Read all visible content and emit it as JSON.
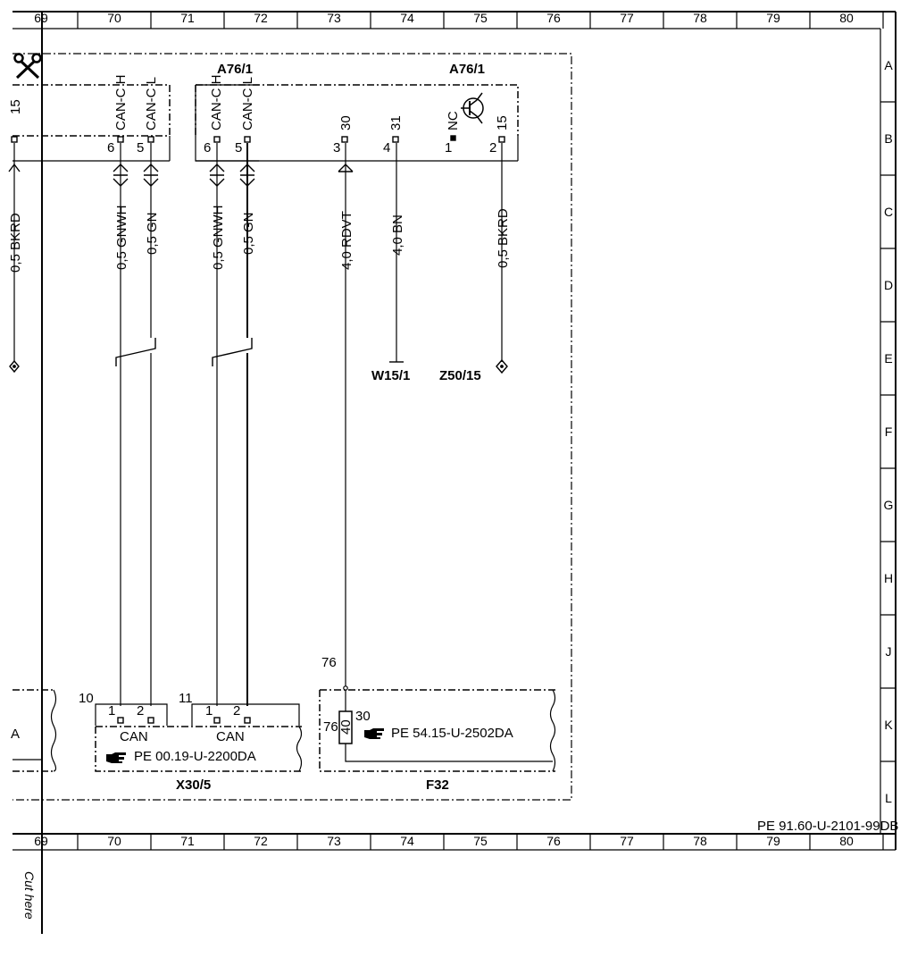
{
  "grid_columns": [
    "69",
    "70",
    "71",
    "72",
    "73",
    "74",
    "75",
    "76",
    "77",
    "78",
    "79",
    "80"
  ],
  "grid_rows": [
    "A",
    "B",
    "C",
    "D",
    "E",
    "F",
    "G",
    "H",
    "J",
    "K",
    "L"
  ],
  "footer_code": "PE 91.60-U-2101-99DB",
  "cut_label": "Cut here",
  "scissors_icon": "scissors-icon",
  "components": {
    "left_module": {
      "pins": [
        "6",
        "5"
      ],
      "pin_labels": [
        "15",
        "CAN-C H",
        "CAN-C L"
      ]
    },
    "a76_left": {
      "label": "A76/1",
      "pins": [
        "6",
        "5"
      ],
      "pin_labels": [
        "CAN-C H",
        "CAN-C L"
      ]
    },
    "a76_right": {
      "label": "A76/1",
      "pins": [
        "3",
        "4",
        "1",
        "2"
      ],
      "pin_labels": [
        "30",
        "31",
        "NC",
        "15"
      ]
    },
    "x30_5": {
      "label": "X30/5",
      "group_a": "10",
      "group_b": "11",
      "pins": [
        "1",
        "2",
        "1",
        "2"
      ],
      "can": "CAN",
      "ref": "PE 00.19-U-2200DA"
    },
    "f32": {
      "label": "F32",
      "wire_num": "76",
      "fuse_in": "76",
      "fuse_out": "30",
      "fuse_value": "40",
      "ref": "PE 54.15-U-2502DA"
    },
    "left_block": {
      "label": "A"
    }
  },
  "wires": {
    "w_bkrd_left": "0,5 BKRD",
    "w1": "0,5 GNWH",
    "w2": "0,5 GN",
    "w3": "0,5 GNWH",
    "w4": "0,5 GN",
    "w5": "4,0 RDVT",
    "w6": "4,0 BN",
    "w7": "0,5 BKRD"
  },
  "grounds": {
    "w15": "W15/1",
    "z50": "Z50/15"
  }
}
